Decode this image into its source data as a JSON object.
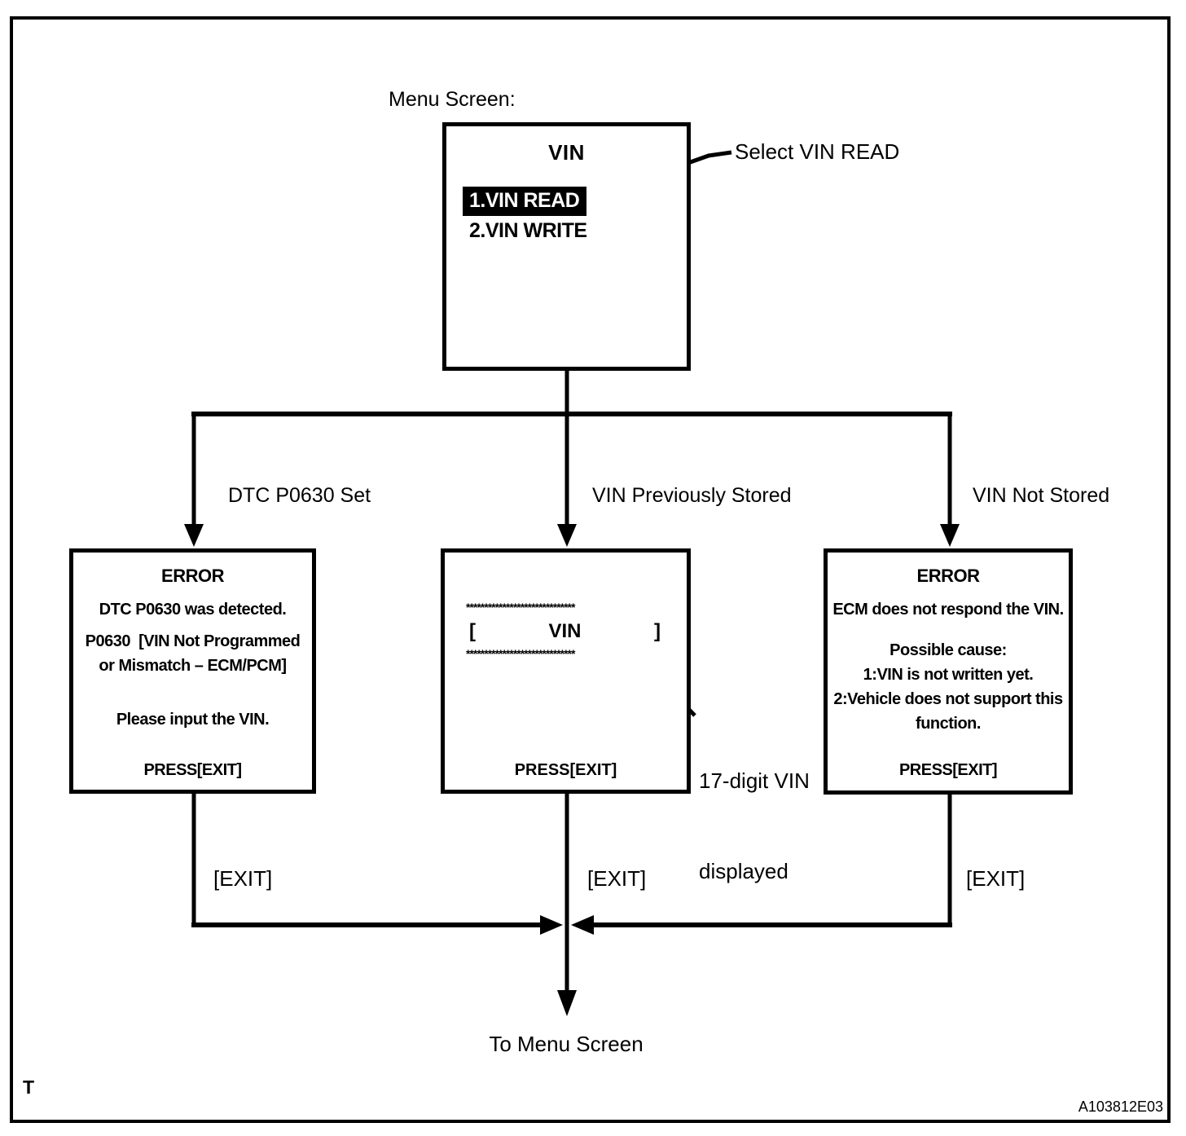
{
  "labels": {
    "menu_screen": "Menu Screen:",
    "select_vin_read": "Select VIN READ",
    "vin_displayed_line1": "17-digit VIN",
    "vin_displayed_line2": "displayed",
    "to_menu_screen": "To Menu Screen",
    "page_marker": "T",
    "figure_id": "A103812E03"
  },
  "menu": {
    "title": "VIN",
    "item_read": "1.VIN READ",
    "item_write": "2.VIN WRITE"
  },
  "branches": [
    {
      "condition": "DTC P0630 Set",
      "exit": "[EXIT]",
      "screen": {
        "title": "ERROR",
        "line1": "DTC P0630 was detected.",
        "line2": "P0630  [VIN Not Programmed",
        "line3": "or Mismatch – ECM/PCM]",
        "line4": "Please input the VIN.",
        "footer": "PRESS[EXIT]"
      }
    },
    {
      "condition": "VIN Previously Stored",
      "exit": "[EXIT]",
      "screen": {
        "asterisks_top": "******************************",
        "open_bracket": "[",
        "vin": "VIN",
        "close_bracket": "]",
        "asterisks_bottom": "******************************",
        "footer": "PRESS[EXIT]"
      }
    },
    {
      "condition": "VIN Not Stored",
      "exit": "[EXIT]",
      "screen": {
        "title": "ERROR",
        "line1": "ECM does not respond the VIN.",
        "line2": "Possible cause:",
        "line3": "1:VIN is not written yet.",
        "line4": "2:Vehicle does not support this",
        "line5": "function.",
        "footer": "PRESS[EXIT]"
      }
    }
  ],
  "colors": {
    "ink": "#000000",
    "paper": "#ffffff"
  }
}
